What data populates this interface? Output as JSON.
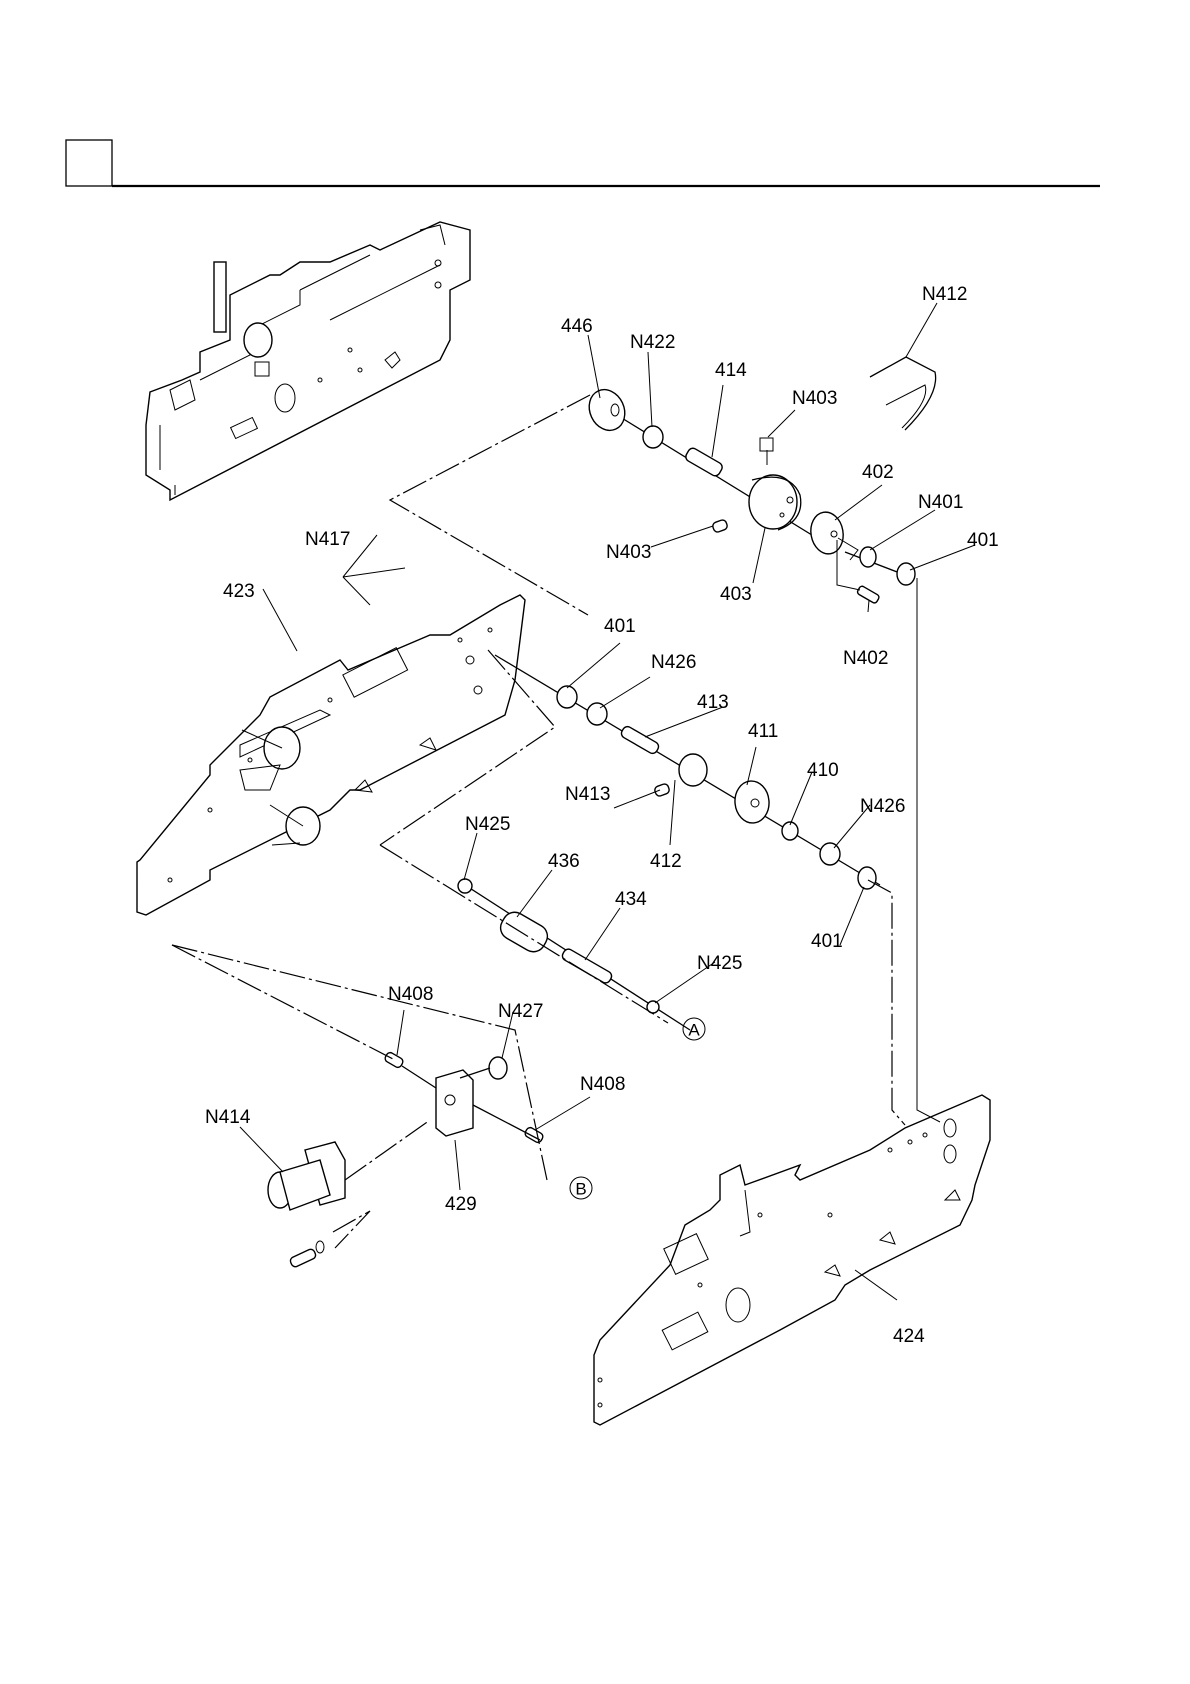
{
  "header": {
    "section_box_text": "",
    "rule": true
  },
  "labels": {
    "p446": "446",
    "pN422": "N422",
    "p414": "414",
    "pN403_top": "N403",
    "pN412": "N412",
    "p402": "402",
    "pN401": "N401",
    "p401_top": "401",
    "pN403_left": "N403",
    "p403": "403",
    "pN402": "N402",
    "pN417": "N417",
    "p423": "423",
    "p401_mid": "401",
    "pN426_top": "N426",
    "p413": "413",
    "p411": "411",
    "p410": "410",
    "pN426_right": "N426",
    "pN413": "N413",
    "p412": "412",
    "p401_bottom": "401",
    "pN425_top": "N425",
    "p436": "436",
    "p434": "434",
    "pN425_bottom": "N425",
    "pN408_left": "N408",
    "pN427": "N427",
    "pN408_right": "N408",
    "pN414": "N414",
    "p429": "429",
    "p424": "424"
  },
  "references": {
    "A": "A",
    "B": "B"
  }
}
